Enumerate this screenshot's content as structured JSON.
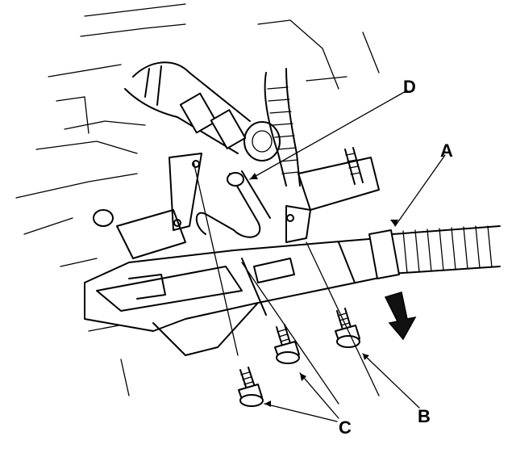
{
  "figure": {
    "callouts": {
      "a": "A",
      "b": "B",
      "c": "C",
      "d": "D"
    },
    "icons": {
      "direction_arrow": "downward-arrow-icon",
      "bolt": "bolt-icon"
    },
    "colors": {
      "ink": "#000000",
      "paper": "#ffffff"
    }
  }
}
